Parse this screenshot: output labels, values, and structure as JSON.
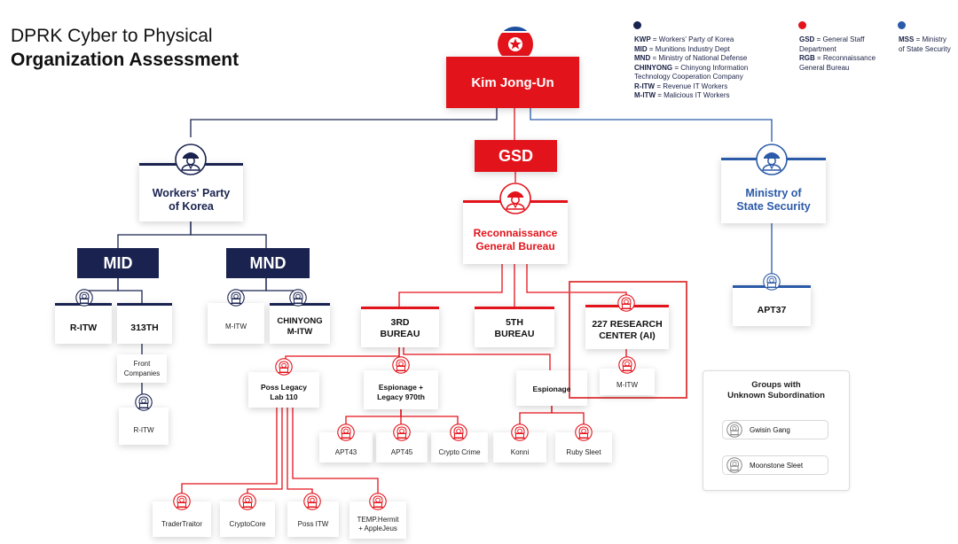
{
  "title": {
    "line1": "DPRK Cyber to Physical",
    "line2": "Organization Assessment"
  },
  "legend": {
    "navy": [
      {
        "abbr": "KWP",
        "text": " = Workers' Party of Korea"
      },
      {
        "abbr": "MID",
        "text": " = Munitions Industry Dept"
      },
      {
        "abbr": "MND",
        "text": " = Ministry of National Defense"
      },
      {
        "abbr": "CHINYONG",
        "text": " = Chinyong Information"
      },
      {
        "abbr": "",
        "text": "Technology Cooperation Company"
      },
      {
        "abbr": "R-ITW",
        "text": " = Revenue IT Workers"
      },
      {
        "abbr": "M-ITW",
        "text": " = Malicious IT Workers"
      }
    ],
    "red": [
      {
        "abbr": "GSD",
        "text": " = General Staff"
      },
      {
        "abbr": "",
        "text": "Department"
      },
      {
        "abbr": "RGB",
        "text": " = Reconnaissance"
      },
      {
        "abbr": "",
        "text": "General Bureau"
      }
    ],
    "blue": [
      {
        "abbr": "MSS",
        "text": " = Ministry"
      },
      {
        "abbr": "",
        "text": "of State Security"
      }
    ],
    "colors": {
      "navy": "#1a2350",
      "red": "#e3131b",
      "blue": "#2b5aa8"
    }
  },
  "nodes": {
    "kim": "Kim Jong-Un",
    "gsd": "GSD",
    "kwp_l1": "Workers' Party",
    "kwp_l2": "of Korea",
    "rgb_l1": "Reconnaissance",
    "rgb_l2": "General Bureau",
    "mss_l1": "Ministry of",
    "mss_l2": "State Security",
    "mid": "MID",
    "mnd": "MND",
    "ritw": "R-ITW",
    "n313": "313TH",
    "front_l1": "Front",
    "front_l2": "Companies",
    "ritw2": "R-ITW",
    "mitw": "M-ITW",
    "chin_l1": "CHINYONG",
    "chin_l2": "M-ITW",
    "b3_l1": "3RD",
    "b3_l2": "BUREAU",
    "b5_l1": "5TH",
    "b5_l2": "BUREAU",
    "c227_l1": "227 RESEARCH",
    "c227_l2": "CENTER (AI)",
    "c227_child": "M-ITW",
    "apt37": "APT37",
    "poss_l1": "Poss Legacy",
    "poss_l2": "Lab 110",
    "esp_l1": "Espionage +",
    "esp_l2": "Legacy 970th",
    "esp": "Espionage",
    "apt43": "APT43",
    "apt45": "APT45",
    "crypto": "Crypto Crime",
    "konni": "Konni",
    "ruby": "Ruby Sleet",
    "trader": "TraderTraitor",
    "cryptocore": "CryptoCore",
    "possitw": "Poss ITW",
    "temp_l1": "TEMP.Hermit",
    "temp_l2": "+ AppleJeus"
  },
  "unknown": {
    "title_l1": "Groups with",
    "title_l2": "Unknown Subordination",
    "items": [
      "Gwisin Gang",
      "Moonstone Sleet"
    ]
  },
  "icons": {
    "flag": "dprk-flag-icon",
    "officer": "officer-icon",
    "hacker": "hacker-icon"
  }
}
